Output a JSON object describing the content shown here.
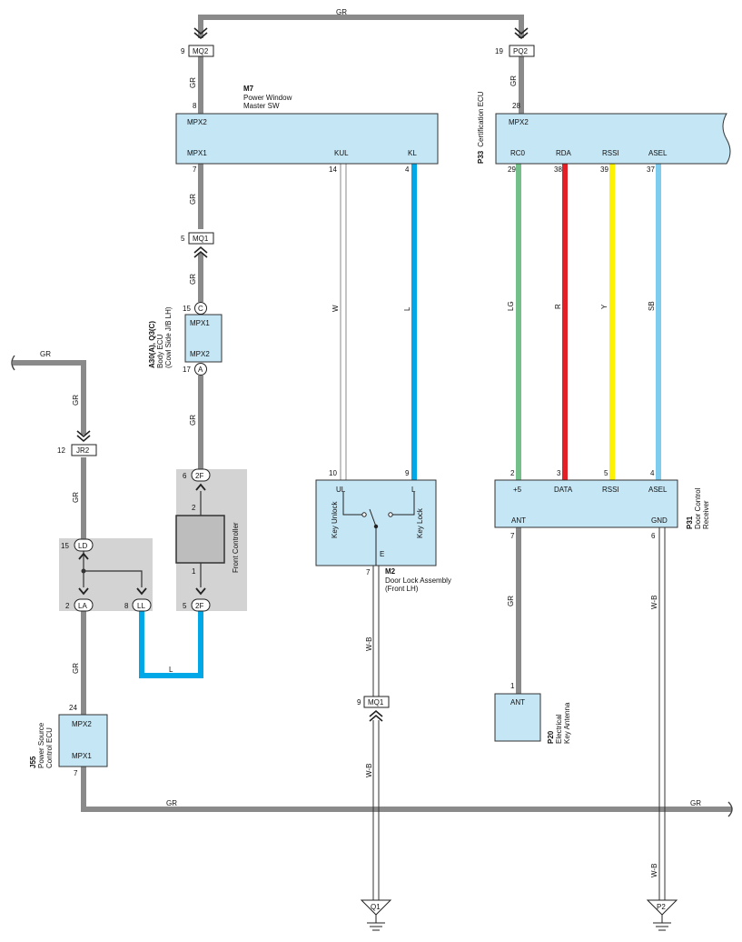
{
  "colors": {
    "GR": "#8a8a8a",
    "L": "#00a8e8",
    "LG": "#74c08a",
    "R": "#e21f26",
    "Y": "#fff200",
    "SB": "#7fcdee",
    "component_fill": "#c5e6f5",
    "junction_fill": "#d3d3d3"
  },
  "connectors": {
    "mq2": "MQ2",
    "mq2_pin": "9",
    "pq2": "PQ2",
    "pq2_pin": "19",
    "mq1_top": "MQ1",
    "mq1_top_pin": "5",
    "jr2": "JR2",
    "jr2_pin": "12",
    "mq1_bottom": "MQ1",
    "mq1_bottom_pin": "9",
    "c_letter": "C",
    "c_pin": "15",
    "a_letter": "A",
    "a_pin": "17",
    "ld": "LD",
    "ld_pin": "15",
    "la": "LA",
    "la_pin": "2",
    "ll": "LL",
    "ll_pin": "8",
    "f2_top": "2F",
    "f2_top_pin": "6",
    "f2_bottom": "2F",
    "f2_bottom_pin": "5"
  },
  "wires": {
    "gr_top": "GR",
    "gr_mq2_m7": "GR",
    "gr_pq2_p33": "GR",
    "gr_m7_mq1": "GR",
    "gr_mq1_body": "GR",
    "gr_body_2f": "GR",
    "gr_left_top": "GR",
    "gr_left_jr2": "GR",
    "gr_jr2_ld": "GR",
    "gr_la_j55": "GR",
    "gr_bottom_mid": "GR",
    "gr_bottom_right": "GR",
    "gr_ant": "GR",
    "w": "W",
    "l": "L",
    "l_loop": "L",
    "lg": "LG",
    "r": "R",
    "y": "Y",
    "sb": "SB",
    "wb_m2": "W-B",
    "wb_mq1": "W-B",
    "wb_p31": "W-B",
    "wb_p2": "W-B"
  },
  "m7": {
    "code": "M7",
    "name_line1": "Power Window",
    "name_line2": "Master SW",
    "mpx2": "MPX2",
    "mpx1": "MPX1",
    "kul": "KUL",
    "kl": "KL",
    "pin_top": "8",
    "pin_mpx1": "7",
    "pin_kul": "14",
    "pin_kl": "4"
  },
  "p33": {
    "code": "P33",
    "name": "Certification ECU",
    "mpx2": "MPX2",
    "rc0": "RC0",
    "rda": "RDA",
    "rssi": "RSSI",
    "asel": "ASEL",
    "pin_top": "28",
    "pin_rc0": "29",
    "pin_rda": "38",
    "pin_rssi": "39",
    "pin_asel": "37"
  },
  "body_ecu": {
    "code": "A30(A), Q3(C)",
    "name_line1": "Body ECU",
    "name_line2": "(Cowl Side J/B LH)",
    "mpx1": "MPX1",
    "mpx2": "MPX2"
  },
  "m2": {
    "code": "M2",
    "name_line1": "Door Lock Assembly",
    "name_line2": "(Front LH)",
    "ul": "UL",
    "l": "L",
    "key_unlock": "Key Unlock",
    "key_lock": "Key Lock",
    "e": "E",
    "pin_ul": "10",
    "pin_l": "9",
    "pin_e": "7"
  },
  "p31": {
    "code": "P31",
    "name_line1": "Door Control",
    "name_line2": "Receiver",
    "p5": "+5",
    "data": "DATA",
    "rssi": "RSSI",
    "asel": "ASEL",
    "ant": "ANT",
    "gnd": "GND",
    "pin_p5": "2",
    "pin_data": "3",
    "pin_rssi": "5",
    "pin_asel": "4",
    "pin_ant": "7",
    "pin_gnd": "6"
  },
  "p20": {
    "code": "P20",
    "name_line1": "Electrical",
    "name_line2": "Key Antenna",
    "ant": "ANT",
    "pin": "1"
  },
  "j55": {
    "code": "J55",
    "name_line1": "Power Source",
    "name_line2": "Control ECU",
    "mpx2": "MPX2",
    "mpx1": "MPX1",
    "pin_mpx2": "24",
    "pin_mpx1": "7"
  },
  "front_controller": {
    "name": "Front Controller",
    "pin_top": "2",
    "pin_bottom": "1"
  },
  "grounds": {
    "q1": "Q1",
    "p2": "P2"
  }
}
